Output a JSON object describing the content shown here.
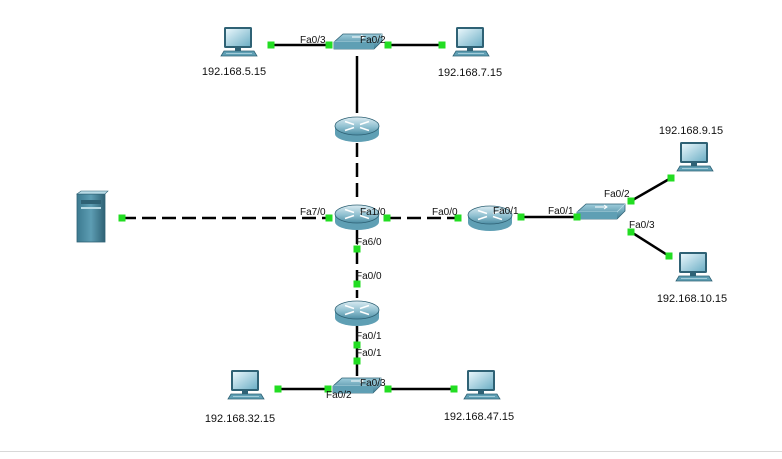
{
  "topology": {
    "devices": [
      {
        "id": "pc-top-left",
        "type": "pc",
        "ip": "192.168.5.15"
      },
      {
        "id": "pc-top-right",
        "type": "pc",
        "ip": "192.168.7.15"
      },
      {
        "id": "pc-right-top",
        "type": "pc",
        "ip": "192.168.9.15"
      },
      {
        "id": "pc-right-bottom",
        "type": "pc",
        "ip": "192.168.10.15"
      },
      {
        "id": "pc-bottom-left",
        "type": "pc",
        "ip": "192.168.32.15"
      },
      {
        "id": "pc-bottom-right",
        "type": "pc",
        "ip": "192.168.47.15"
      },
      {
        "id": "server",
        "type": "server",
        "ip": ""
      },
      {
        "id": "switch-top",
        "type": "switch",
        "ip": ""
      },
      {
        "id": "switch-right",
        "type": "switch",
        "ip": ""
      },
      {
        "id": "switch-bottom",
        "type": "switch",
        "ip": ""
      },
      {
        "id": "router-top",
        "type": "router",
        "ip": ""
      },
      {
        "id": "router-center",
        "type": "router",
        "ip": ""
      },
      {
        "id": "router-right",
        "type": "router",
        "ip": ""
      },
      {
        "id": "router-bottom",
        "type": "router",
        "ip": ""
      }
    ],
    "links": [
      {
        "id": "l1",
        "from": "pc-top-left",
        "to": "switch-top",
        "style": "solid",
        "from_port": "",
        "to_port": "Fa0/3"
      },
      {
        "id": "l2",
        "from": "switch-top",
        "to": "pc-top-right",
        "style": "solid",
        "from_port": "Fa0/2",
        "to_port": ""
      },
      {
        "id": "l3",
        "from": "switch-top",
        "to": "router-top",
        "style": "solid",
        "from_port": "",
        "to_port": ""
      },
      {
        "id": "l4",
        "from": "router-top",
        "to": "router-center",
        "style": "dashed",
        "from_port": "",
        "to_port": ""
      },
      {
        "id": "l5",
        "from": "server",
        "to": "router-center",
        "style": "dashed",
        "from_port": "",
        "to_port": "Fa7/0"
      },
      {
        "id": "l6",
        "from": "router-center",
        "to": "router-right",
        "style": "dashed",
        "from_port": "Fa1/0",
        "to_port": "Fa0/0"
      },
      {
        "id": "l7",
        "from": "router-right",
        "to": "switch-right",
        "style": "solid",
        "from_port": "Fa0/1",
        "to_port": "Fa0/1"
      },
      {
        "id": "l8",
        "from": "switch-right",
        "to": "pc-right-top",
        "style": "solid",
        "from_port": "Fa0/2",
        "to_port": ""
      },
      {
        "id": "l9",
        "from": "switch-right",
        "to": "pc-right-bottom",
        "style": "solid",
        "from_port": "Fa0/3",
        "to_port": ""
      },
      {
        "id": "l10",
        "from": "router-center",
        "to": "router-bottom",
        "style": "dashed",
        "from_port": "Fa6/0",
        "to_port": "Fa0/0"
      },
      {
        "id": "l11",
        "from": "router-bottom",
        "to": "switch-bottom",
        "style": "solid",
        "from_port": "Fa0/1",
        "to_port": "Fa0/1"
      },
      {
        "id": "l12",
        "from": "pc-bottom-left",
        "to": "switch-bottom",
        "style": "solid",
        "from_port": "",
        "to_port": "Fa0/2"
      },
      {
        "id": "l13",
        "from": "switch-bottom",
        "to": "pc-bottom-right",
        "style": "solid",
        "from_port": "Fa0/3",
        "to_port": ""
      }
    ]
  },
  "colors": {
    "link": "#000000",
    "port_up": "#22dd22",
    "device_body": "#5f9fb4",
    "device_dark": "#2f6275",
    "device_light": "#b8dbe6"
  }
}
